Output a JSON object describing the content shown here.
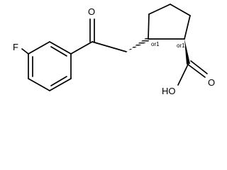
{
  "molecule": {
    "atoms": {
      "fluorine": "F",
      "carbonyl_oxygen": "O",
      "acid_oxygen": "O",
      "hydroxyl": "HO"
    },
    "stereo_labels": {
      "c1": "or1",
      "c2": "or1"
    }
  },
  "colors": {
    "bond": "#000000",
    "background": "#ffffff"
  }
}
